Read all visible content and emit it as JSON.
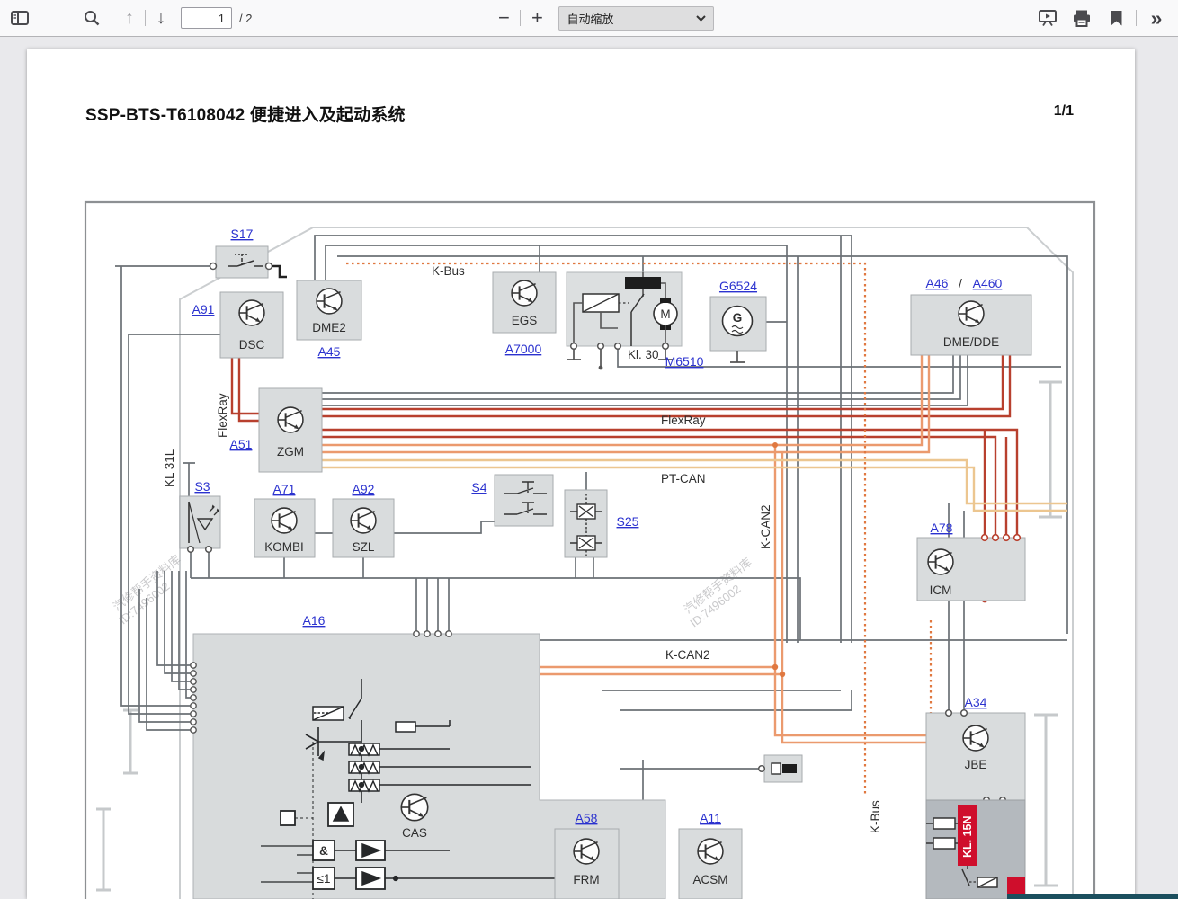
{
  "toolbar": {
    "page_input": "1",
    "page_count": "/ 2",
    "zoom_select": "自动缩放"
  },
  "page": {
    "title": "SSP-BTS-T6108042 便捷进入及起动系统",
    "page_indicator": "1/1"
  },
  "diagram": {
    "buses": {
      "kbus_top": "K-Bus",
      "flexray_vert": "FlexRay",
      "flexray": "FlexRay",
      "ptcan": "PT-CAN",
      "kcan2_vert": "K-CAN2",
      "kcan2": "K-CAN2",
      "kbus_vert": "K-Bus"
    },
    "terminals": {
      "kl31l": "KL 31L",
      "kl30": "Kl. 30",
      "kl15n": "KL. 15N"
    },
    "components": {
      "s17": "S17",
      "a91": "A91",
      "dsc": "DSC",
      "dme2": "DME2",
      "a45": "A45",
      "egs": "EGS",
      "a7000": "A7000",
      "m6510": "M6510",
      "g6524": "G6524",
      "a46": "A46",
      "slash": "/",
      "a460": "A460",
      "dme_dde": "DME/DDE",
      "a51": "A51",
      "zgm": "ZGM",
      "s3": "S3",
      "a71": "A71",
      "kombi": "KOMBI",
      "a92": "A92",
      "szl": "SZL",
      "s4": "S4",
      "s25": "S25",
      "a78": "A78",
      "icm": "ICM",
      "a16": "A16",
      "cas": "CAS",
      "a34": "A34",
      "jbe": "JBE",
      "a58": "A58",
      "frm": "FRM",
      "a11": "A11",
      "acsm": "ACSM"
    },
    "gates": {
      "and_gate": "&",
      "or_gate": "≤1"
    },
    "symbols": {
      "motor": "M",
      "generator": "G"
    },
    "colors": {
      "link_blue": "#2b32cf",
      "flexray_red": "#b8402e",
      "kcan2_orange": "#eb9a6e",
      "ptcan_tan": "#ecc690",
      "kbus_dotted_orange": "#e07840",
      "kl15n_red": "#cf0e2c"
    }
  },
  "watermark": {
    "line1": "汽修帮手资料库",
    "line2": "ID:7496002"
  }
}
